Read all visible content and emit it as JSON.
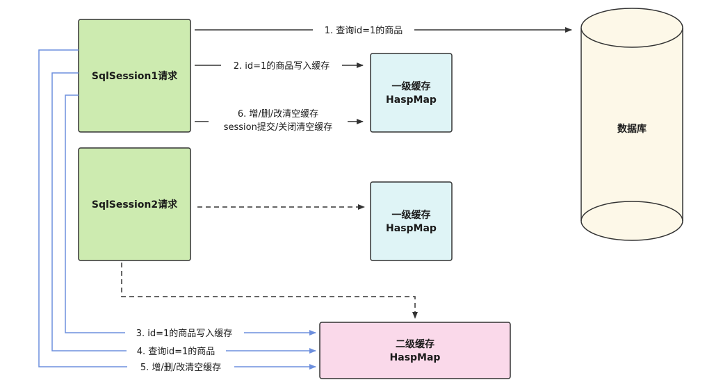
{
  "colors": {
    "session_fill": "#cdebb0",
    "session_stroke": "#333333",
    "l1_fill": "#dff4f6",
    "l1_stroke": "#333333",
    "l2_fill": "#fad9ea",
    "l2_stroke": "#333333",
    "db_fill": "#fdf8e8",
    "db_stroke": "#333333",
    "black_edge": "#333333",
    "blue_edge": "#6d8fdd"
  },
  "nodes": {
    "session1": {
      "label": "SqlSession1请求"
    },
    "session2": {
      "label": "SqlSession2请求"
    },
    "l1_cache_1": {
      "line1": "一级缓存",
      "line2": "HaspMap"
    },
    "l1_cache_2": {
      "line1": "一级缓存",
      "line2": "HaspMap"
    },
    "l2_cache": {
      "line1": "二级缓存",
      "line2": "HaspMap"
    },
    "database": {
      "label": "数据库"
    }
  },
  "edges": {
    "e1": {
      "label": "1. 查询id=1的商品"
    },
    "e2": {
      "label": "2. id=1的商品写入缓存"
    },
    "e6": {
      "line1": "6. 增/删/改清空缓存",
      "line2": "session提交/关闭清空缓存"
    },
    "e3": {
      "label": "3. id=1的商品写入缓存"
    },
    "e4": {
      "label": "4. 查询id=1的商品"
    },
    "e5": {
      "label": "5. 增/删/改清空缓存"
    }
  }
}
